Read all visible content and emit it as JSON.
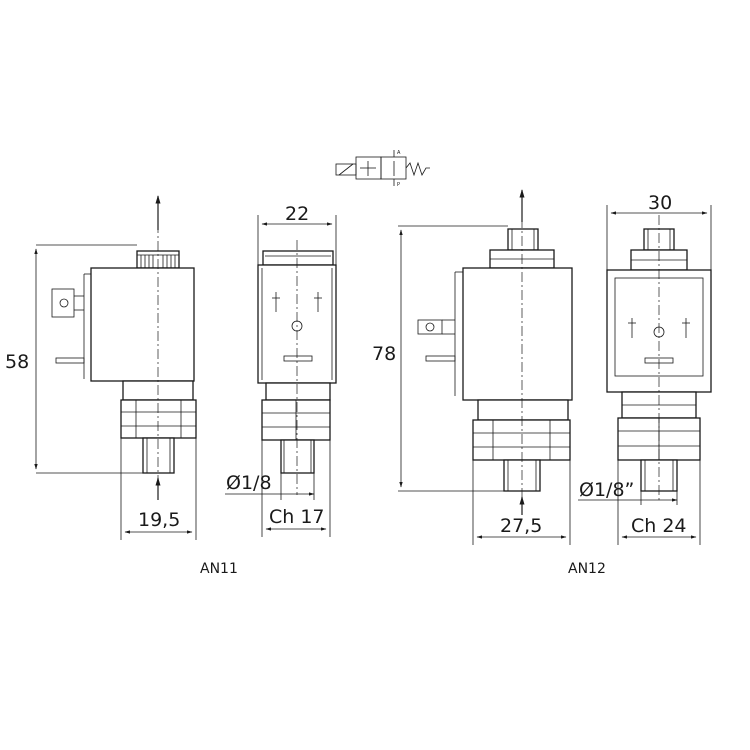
{
  "models": [
    {
      "name": "AN11",
      "dimensions": {
        "height": "58",
        "coil_width": "22",
        "body_width": "19,5",
        "thread": "Ø1/8",
        "hex": "Ch 17"
      }
    },
    {
      "name": "AN12",
      "dimensions": {
        "height": "78",
        "coil_width": "30",
        "body_width": "27,5",
        "thread": "Ø1/8”",
        "hex": "Ch 24"
      }
    }
  ],
  "symbol": {
    "port_a": "A",
    "port_p": "P"
  },
  "colors": {
    "line": "#1a1a1a",
    "background": "#ffffff"
  }
}
